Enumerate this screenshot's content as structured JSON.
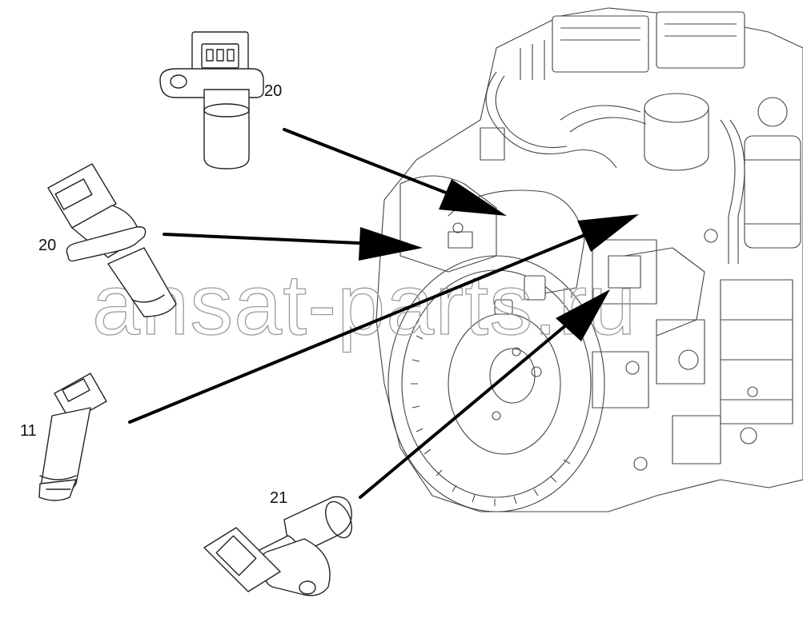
{
  "callouts": {
    "top_sensor": "20",
    "left_sensor": "20",
    "lower_left_sensor": "11",
    "bottom_sensor": "21"
  },
  "watermark": "ansat-parts.ru",
  "colors": {
    "line": "#222222",
    "arrow": "#000000",
    "watermark": "#9a9a9a",
    "background": "#ffffff"
  }
}
